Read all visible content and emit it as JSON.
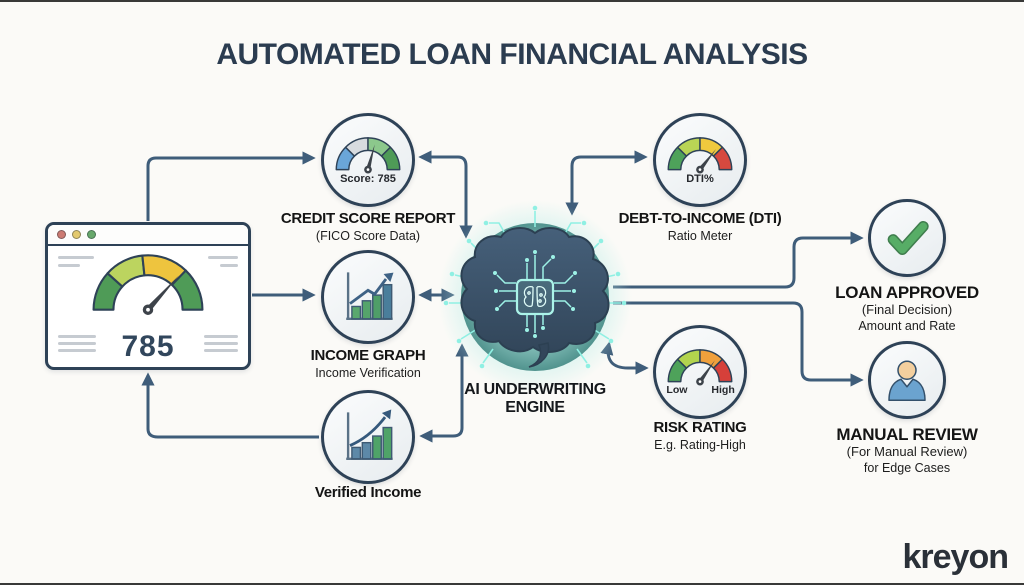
{
  "title": "AUTOMATED LOAN FINANCIAL ANALYSIS",
  "brand": "kreyon",
  "nodes": {
    "browser": {
      "score": "785",
      "icon": "browser-gauge-icon"
    },
    "credit": {
      "gauge_label": "Score: 785",
      "title": "CREDIT SCORE REPORT",
      "subtitle": "(FICO Score Data)",
      "icon": "gauge-icon"
    },
    "income": {
      "title": "INCOME GRAPH",
      "subtitle": "Income Verification",
      "icon": "bar-chart-trend-icon"
    },
    "verified": {
      "title": "Verified Income",
      "icon": "bar-chart-curve-icon"
    },
    "engine": {
      "title_line1": "AI UNDERWRITING",
      "title_line2": "ENGINE",
      "icon": "circuit-brain-icon"
    },
    "dti": {
      "gauge_label": "DTI%",
      "title": "DEBT-TO-INCOME (DTI)",
      "subtitle": "Ratio Meter",
      "icon": "gauge-icon"
    },
    "risk": {
      "low": "Low",
      "high": "High",
      "title": "RISK RATING",
      "subtitle": "E.g. Rating-High",
      "icon": "gauge-icon"
    },
    "approved": {
      "title": "LOAN APPROVED",
      "subtitle": "(Final Decision)",
      "subtitle2": "Amount and Rate",
      "icon": "checkmark-icon"
    },
    "manual": {
      "title": "MANUAL REVIEW",
      "subtitle": "(For Manual Review)",
      "subtitle2": "for Edge Cases",
      "icon": "person-icon"
    }
  },
  "colors": {
    "background": "#fbfaf7",
    "navy_outline": "#2e4257",
    "connector": "#3f5d7a",
    "title_text": "#2b3c50",
    "teal_glow": "#9fe7dc",
    "brain_body": "#3c5166",
    "circuit_teal": "#8ff0e3",
    "check_green": "#57ad66",
    "browser_gauge_segments": [
      "#4f9b57",
      "#bcd45f",
      "#eec43e",
      "#4f9b57"
    ],
    "credit_gauge_segments": [
      "#6aa6d8",
      "#d7dbdf",
      "#8cc88c",
      "#4f9b57"
    ],
    "dti_gauge_segments": [
      "#4ea25a",
      "#b9d455",
      "#efc93e",
      "#d6493f"
    ],
    "risk_gauge_segments": [
      "#4ea25a",
      "#b2d44e",
      "#f0a03c",
      "#d6403a"
    ],
    "bar_green": "#4f9e68",
    "bar_blue": "#4a7e9b",
    "person_skin": "#f3cf9e",
    "person_shirt": "#6ba3cf"
  }
}
